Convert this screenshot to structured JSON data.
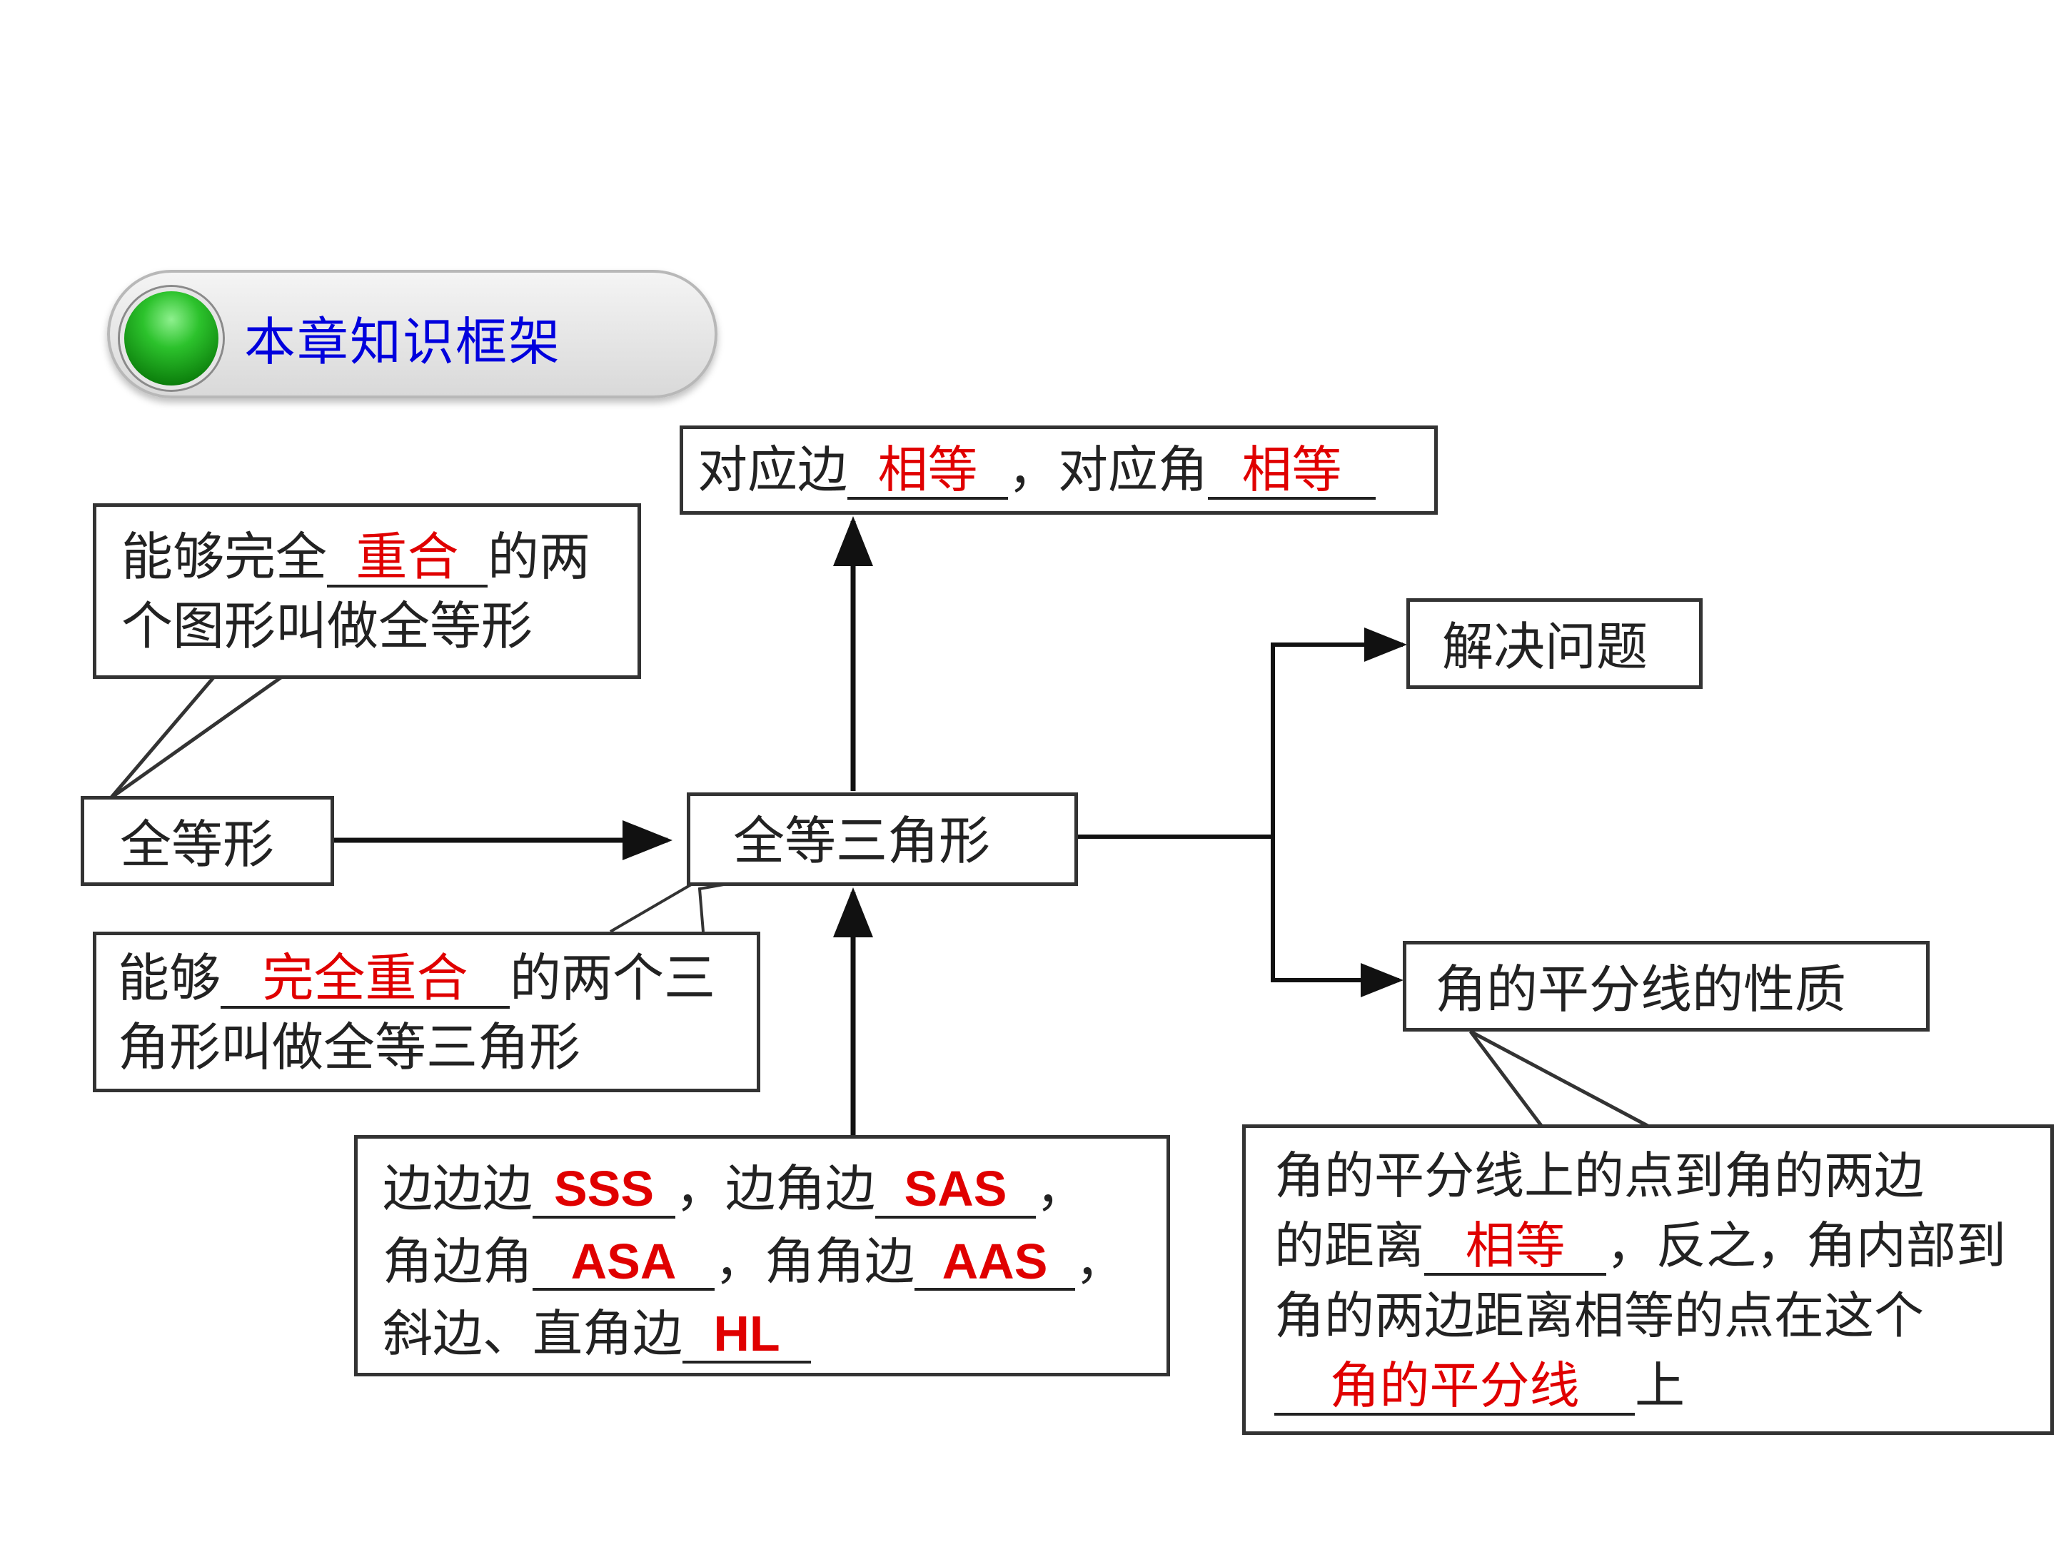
{
  "header": {
    "title": "本章知识框架"
  },
  "top_box": {
    "t1": "对应边",
    "a1": "相等",
    "t2": "，对应角",
    "a2": "相等"
  },
  "def_shape": {
    "t1": "能够完全",
    "a1": "重合",
    "t2": "的两",
    "t3": "个图形叫做全等形"
  },
  "node_congruent_shape": "全等形",
  "node_congruent_triangle": "全等三角形",
  "def_triangle": {
    "t1": "能够",
    "a1": "完全重合",
    "t2": "的两个三",
    "t3": "角形叫做全等三角形"
  },
  "criteria": {
    "sss_label": "边边边",
    "sss": "SSS",
    "sep1": "，边角边",
    "sas": "SAS",
    "end1": "，",
    "asa_label": "角边角",
    "asa": "ASA",
    "sep2": "，角角边",
    "aas": "AAS",
    "end2": "，",
    "hl_label": "斜边、直角边",
    "hl": "HL"
  },
  "node_solve": "解决问题",
  "node_bisector": "角的平分线的性质",
  "bisector_box": {
    "l1": "角的平分线上的点到角的两边",
    "t1": "的距离",
    "a1": "相等",
    "t2": "，反之，角内部到",
    "l3": "角的两边距离相等的点在这个",
    "a2": "角的平分线",
    "t3": "上"
  }
}
